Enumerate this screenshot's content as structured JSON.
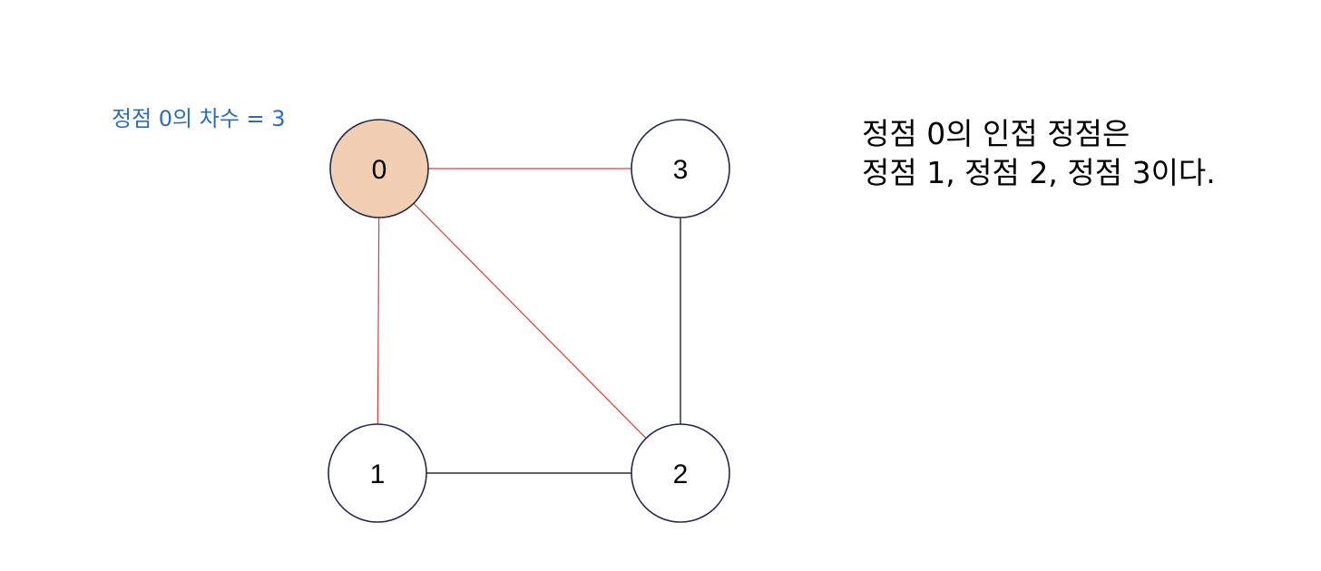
{
  "annotation": {
    "degree_label": "정점 0의 차수 = 3",
    "color": "#2E6DB4"
  },
  "description": {
    "line1": "정점 0의 인접 정점은",
    "line2": "정점 1, 정점 2, 정점 3이다."
  },
  "graph": {
    "nodes": [
      {
        "id": "0",
        "label": "0",
        "highlighted": true
      },
      {
        "id": "1",
        "label": "1",
        "highlighted": false
      },
      {
        "id": "2",
        "label": "2",
        "highlighted": false
      },
      {
        "id": "3",
        "label": "3",
        "highlighted": false
      }
    ],
    "edges": [
      {
        "from": "0",
        "to": "3",
        "highlighted": true
      },
      {
        "from": "0",
        "to": "1",
        "highlighted": true
      },
      {
        "from": "0",
        "to": "2",
        "highlighted": true
      },
      {
        "from": "1",
        "to": "2",
        "highlighted": false
      },
      {
        "from": "3",
        "to": "2",
        "highlighted": false
      }
    ],
    "colors": {
      "highlight_fill": "#F2CFB2",
      "node_stroke": "#1F2A4A",
      "node_fill": "#FFFFFF",
      "highlight_edge": "#E03C3C",
      "edge": "#000000"
    }
  }
}
